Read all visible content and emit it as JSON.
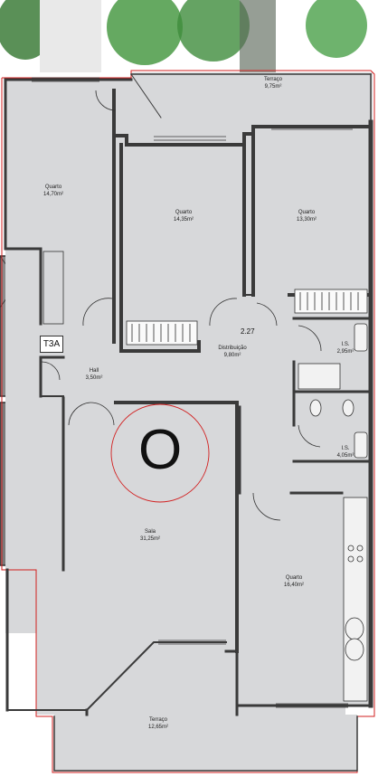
{
  "unit_code": "T3A",
  "level_mark": "2.27",
  "orientation_letter": "O",
  "rooms": {
    "terraco_top": {
      "name": "Terraço",
      "area": "9,75m²"
    },
    "quarto_1": {
      "name": "Quarto",
      "area": "14,70m²"
    },
    "quarto_2": {
      "name": "Quarto",
      "area": "14,35m²"
    },
    "quarto_3": {
      "name": "Quarto",
      "area": "13,30m²"
    },
    "distribuicao": {
      "name": "Distribuição",
      "area": "9,80m²"
    },
    "hall": {
      "name": "Hall",
      "area": "3,50m²"
    },
    "is_1": {
      "name": "I.S.",
      "area": "2,95m²"
    },
    "is_2": {
      "name": "I.S.",
      "area": "4,05m²"
    },
    "sala": {
      "name": "Sala",
      "area": "31,25m²"
    },
    "quarto_4": {
      "name": "Quarto",
      "area": "16,40m²"
    },
    "terraco_bottom": {
      "name": "Terraço",
      "area": "12,65m²"
    }
  },
  "colors": {
    "floor": "#d7d8da",
    "wall": "#3a3a3a",
    "boundary": "#d21f1f",
    "foliage": "#2e8b2e",
    "neighbor": "#7a7a7a"
  }
}
